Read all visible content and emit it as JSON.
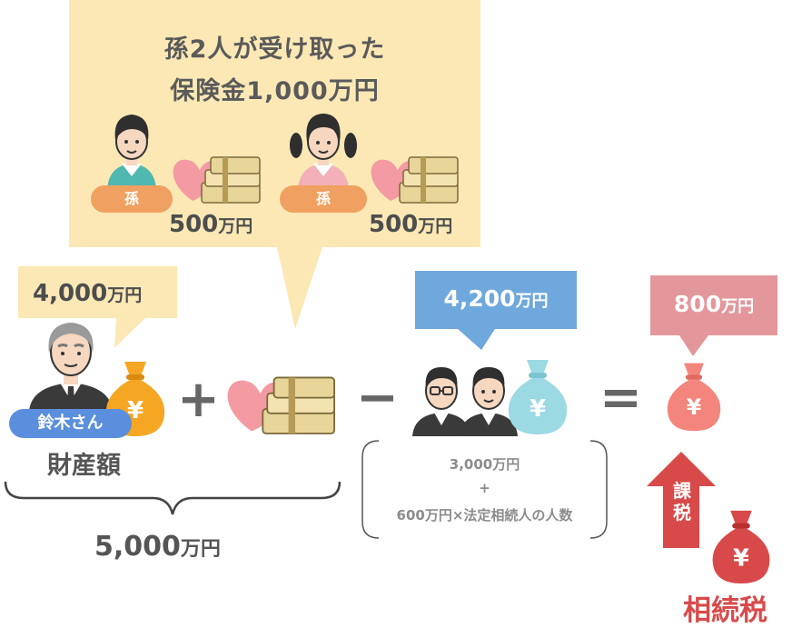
{
  "grandchildren": {
    "title_line1": "孫2人が受け取った",
    "title_line2": "保険金1,000万円",
    "badge": "孫",
    "amount_num": "500",
    "amount_unit": "万円"
  },
  "estate": {
    "amount_num": "4,000",
    "amount_unit": "万円",
    "name": "鈴木さん",
    "label": "財産額",
    "total_num": "5,000",
    "total_unit": "万円"
  },
  "deduction": {
    "amount_num": "4,200",
    "amount_unit": "万円",
    "line1": "3,000万円",
    "line2": "+",
    "line3": "600万円×法定相続人の人数"
  },
  "taxable": {
    "amount_num": "800",
    "amount_unit": "万円",
    "arrow_label": "課税",
    "tax_label": "相続税"
  },
  "operators": {
    "plus": "+",
    "minus": "−",
    "equals": "="
  },
  "colors": {
    "cream": "#fbe8b5",
    "orange": "#f0a060",
    "blue_pill": "#5b8fdd",
    "blue_bubble": "#6fa8dc",
    "pink_bubble": "#e4979b",
    "red": "#d84a4a",
    "heart": "#f49aa2",
    "money_bag_orange": "#f5a623",
    "money_bag_teal": "#9bd9e3",
    "money_bag_salmon": "#f4857c"
  },
  "icons": {
    "yen": "¥"
  }
}
